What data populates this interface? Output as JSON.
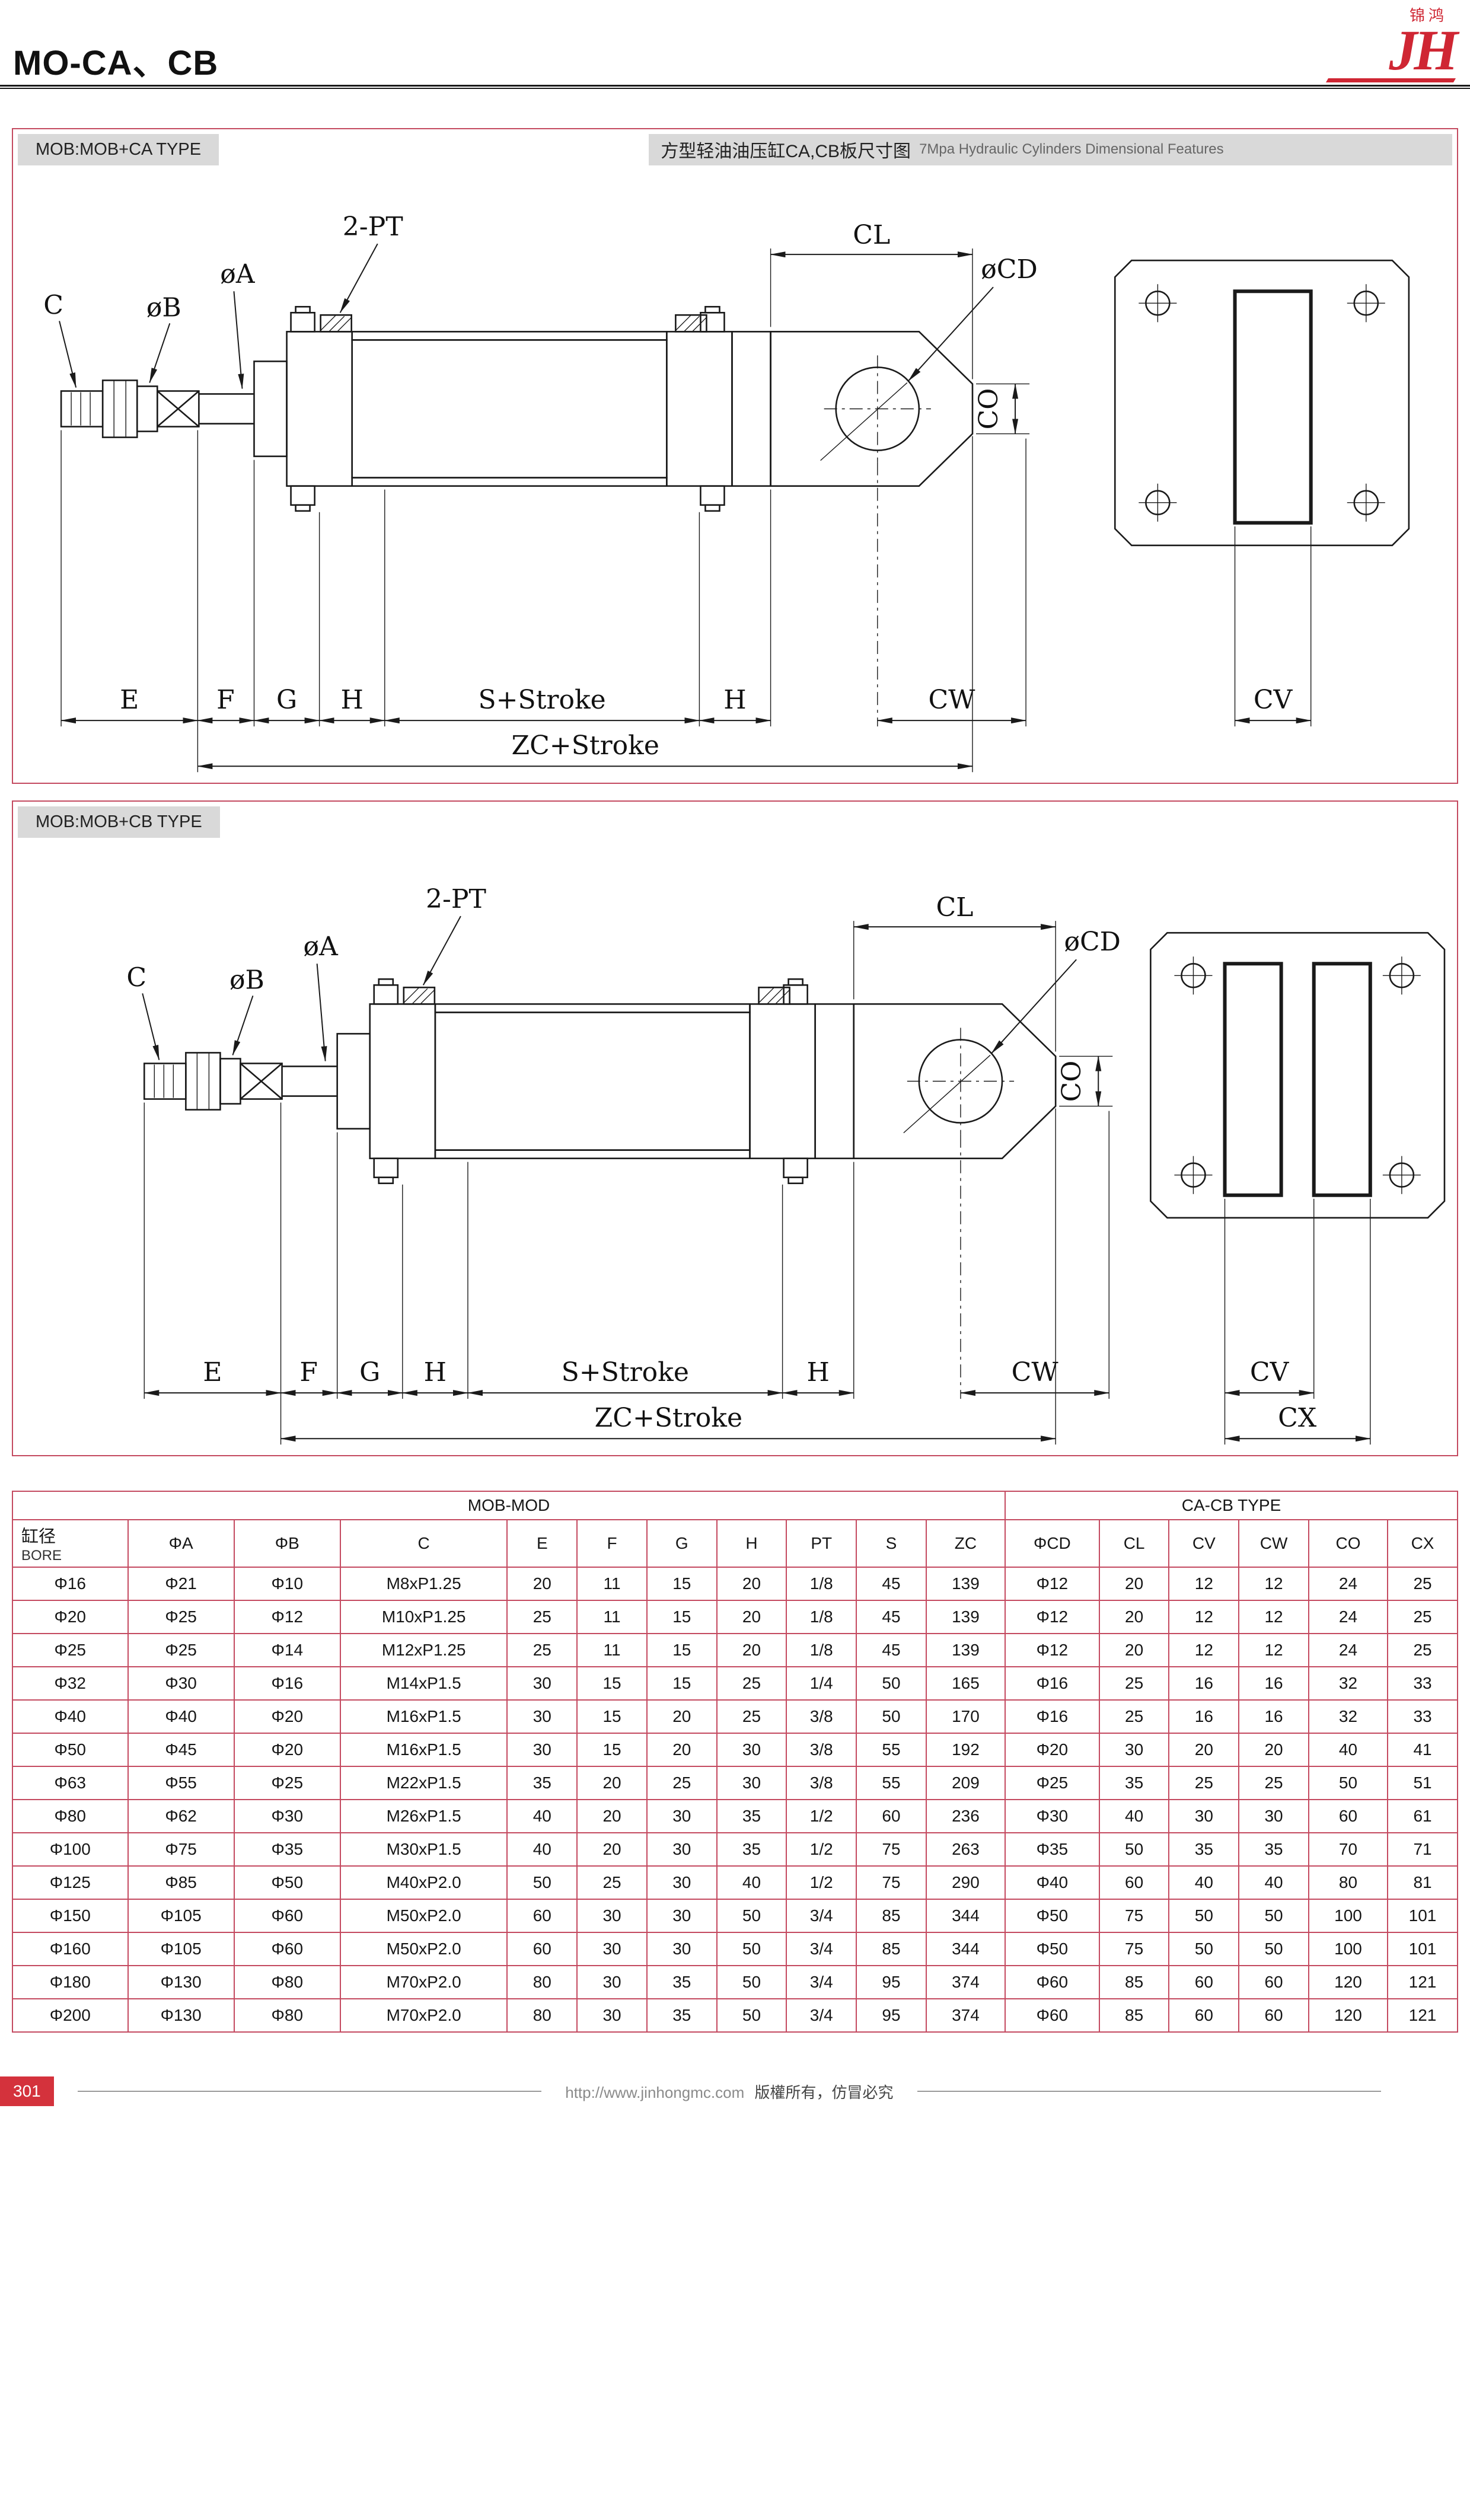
{
  "colors": {
    "accent_red": "#cf2633",
    "frame_red": "#c44a60",
    "badge_gray": "#d9d9d9",
    "line_black": "#1a1a1a"
  },
  "header": {
    "title": "MO-CA、CB",
    "logo_cn": "锦鸿",
    "logo_text": "JH"
  },
  "diagram_ca": {
    "badge": "MOB:MOB+CA TYPE",
    "caption_cn": "方型轻油油压缸CA,CB板尺寸图",
    "caption_en": "7Mpa Hydraulic Cylinders Dimensional Features",
    "labels": {
      "pt": "2-PT",
      "cl": "CL",
      "cd": "øCD",
      "a": "øA",
      "b": "øB",
      "c": "C",
      "co": "CO",
      "e": "E",
      "f": "F",
      "g": "G",
      "h1": "H",
      "s": "S+Stroke",
      "h2": "H",
      "cw": "CW",
      "zc": "ZC+Stroke",
      "cv": "CV"
    }
  },
  "diagram_cb": {
    "badge": "MOB:MOB+CB TYPE",
    "labels": {
      "pt": "2-PT",
      "cl": "CL",
      "cd": "øCD",
      "a": "øA",
      "b": "øB",
      "c": "C",
      "co": "CO",
      "e": "E",
      "f": "F",
      "g": "G",
      "h1": "H",
      "s": "S+Stroke",
      "h2": "H",
      "cw": "CW",
      "zc": "ZC+Stroke",
      "cv": "CV",
      "cx": "CX"
    }
  },
  "table": {
    "group_mob": "MOB-MOD",
    "group_cacb": "CA-CB TYPE",
    "bore_cn": "缸径",
    "bore_en": "BORE",
    "headers": [
      "ΦA",
      "ΦB",
      "C",
      "E",
      "F",
      "G",
      "H",
      "PT",
      "S",
      "ZC",
      "ΦCD",
      "CL",
      "CV",
      "CW",
      "CO",
      "CX"
    ],
    "rows": [
      [
        "Φ16",
        "Φ21",
        "Φ10",
        "M8xP1.25",
        "20",
        "11",
        "15",
        "20",
        "1/8",
        "45",
        "139",
        "Φ12",
        "20",
        "12",
        "12",
        "24",
        "25"
      ],
      [
        "Φ20",
        "Φ25",
        "Φ12",
        "M10xP1.25",
        "25",
        "11",
        "15",
        "20",
        "1/8",
        "45",
        "139",
        "Φ12",
        "20",
        "12",
        "12",
        "24",
        "25"
      ],
      [
        "Φ25",
        "Φ25",
        "Φ14",
        "M12xP1.25",
        "25",
        "11",
        "15",
        "20",
        "1/8",
        "45",
        "139",
        "Φ12",
        "20",
        "12",
        "12",
        "24",
        "25"
      ],
      [
        "Φ32",
        "Φ30",
        "Φ16",
        "M14xP1.5",
        "30",
        "15",
        "15",
        "25",
        "1/4",
        "50",
        "165",
        "Φ16",
        "25",
        "16",
        "16",
        "32",
        "33"
      ],
      [
        "Φ40",
        "Φ40",
        "Φ20",
        "M16xP1.5",
        "30",
        "15",
        "20",
        "25",
        "3/8",
        "50",
        "170",
        "Φ16",
        "25",
        "16",
        "16",
        "32",
        "33"
      ],
      [
        "Φ50",
        "Φ45",
        "Φ20",
        "M16xP1.5",
        "30",
        "15",
        "20",
        "30",
        "3/8",
        "55",
        "192",
        "Φ20",
        "30",
        "20",
        "20",
        "40",
        "41"
      ],
      [
        "Φ63",
        "Φ55",
        "Φ25",
        "M22xP1.5",
        "35",
        "20",
        "25",
        "30",
        "3/8",
        "55",
        "209",
        "Φ25",
        "35",
        "25",
        "25",
        "50",
        "51"
      ],
      [
        "Φ80",
        "Φ62",
        "Φ30",
        "M26xP1.5",
        "40",
        "20",
        "30",
        "35",
        "1/2",
        "60",
        "236",
        "Φ30",
        "40",
        "30",
        "30",
        "60",
        "61"
      ],
      [
        "Φ100",
        "Φ75",
        "Φ35",
        "M30xP1.5",
        "40",
        "20",
        "30",
        "35",
        "1/2",
        "75",
        "263",
        "Φ35",
        "50",
        "35",
        "35",
        "70",
        "71"
      ],
      [
        "Φ125",
        "Φ85",
        "Φ50",
        "M40xP2.0",
        "50",
        "25",
        "30",
        "40",
        "1/2",
        "75",
        "290",
        "Φ40",
        "60",
        "40",
        "40",
        "80",
        "81"
      ],
      [
        "Φ150",
        "Φ105",
        "Φ60",
        "M50xP2.0",
        "60",
        "30",
        "30",
        "50",
        "3/4",
        "85",
        "344",
        "Φ50",
        "75",
        "50",
        "50",
        "100",
        "101"
      ],
      [
        "Φ160",
        "Φ105",
        "Φ60",
        "M50xP2.0",
        "60",
        "30",
        "30",
        "50",
        "3/4",
        "85",
        "344",
        "Φ50",
        "75",
        "50",
        "50",
        "100",
        "101"
      ],
      [
        "Φ180",
        "Φ130",
        "Φ80",
        "M70xP2.0",
        "80",
        "30",
        "35",
        "50",
        "3/4",
        "95",
        "374",
        "Φ60",
        "85",
        "60",
        "60",
        "120",
        "121"
      ],
      [
        "Φ200",
        "Φ130",
        "Φ80",
        "M70xP2.0",
        "80",
        "30",
        "35",
        "50",
        "3/4",
        "95",
        "374",
        "Φ60",
        "85",
        "60",
        "60",
        "120",
        "121"
      ]
    ]
  },
  "footer": {
    "page_number": "301",
    "url": "http://www.jinhongmc.com",
    "notice": "版權所有，仿冒必究"
  }
}
